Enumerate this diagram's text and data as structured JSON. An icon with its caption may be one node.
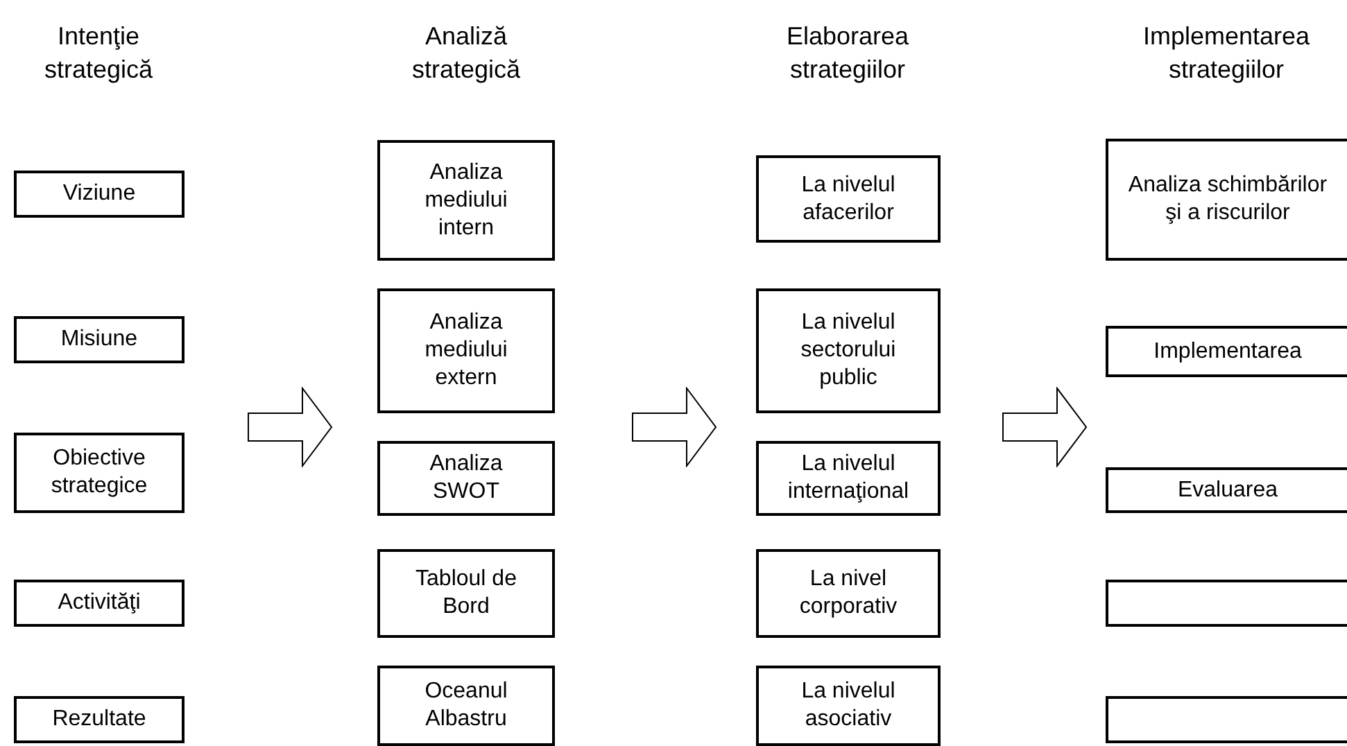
{
  "diagram": {
    "nodes": [
      {
        "text": [
          "Viziune"
        ]
      },
      {
        "text": [
          "Misiune"
        ]
      },
      {
        "text": [
          "Obiective strategice"
        ]
      },
      {
        "text": [
          "Activităţi"
        ]
      },
      {
        "text": [
          "Rezultate"
        ]
      },
      {
        "text": [
          "Analiza mediului intern"
        ]
      },
      {
        "text": [
          "Analiza mediului extern"
        ]
      },
      {
        "text": [
          "Analiza SWOT"
        ]
      },
      {
        "text": [
          "Tabloul de Bord"
        ]
      },
      {
        "text": [
          "Oceanul Albastru"
        ]
      },
      {
        "text": [
          "La nivelul afacerilor"
        ]
      },
      {
        "text": [
          "La nivelul sectorului public"
        ]
      },
      {
        "text": [
          "La nivelul internaţional"
        ]
      },
      {
        "text": [
          "La nivel corporativ"
        ]
      },
      {
        "text": [
          "La nivelul asociativ"
        ]
      },
      {
        "text": [
          "Analiza schimbărilor şi a riscurilor"
        ]
      },
      {
        "text": [
          "Implementarea"
        ]
      },
      {
        "text": [
          "Evaluarea"
        ]
      },
      {
        "text": [],
        "shape": "box"
      },
      {
        "text": [],
        "shape": "box"
      }
    ],
    "labels": [
      "Intenţie strategică",
      "Analiză strategică",
      "Elaborarea strategiilor",
      "Implementarea strategiilor"
    ]
  }
}
